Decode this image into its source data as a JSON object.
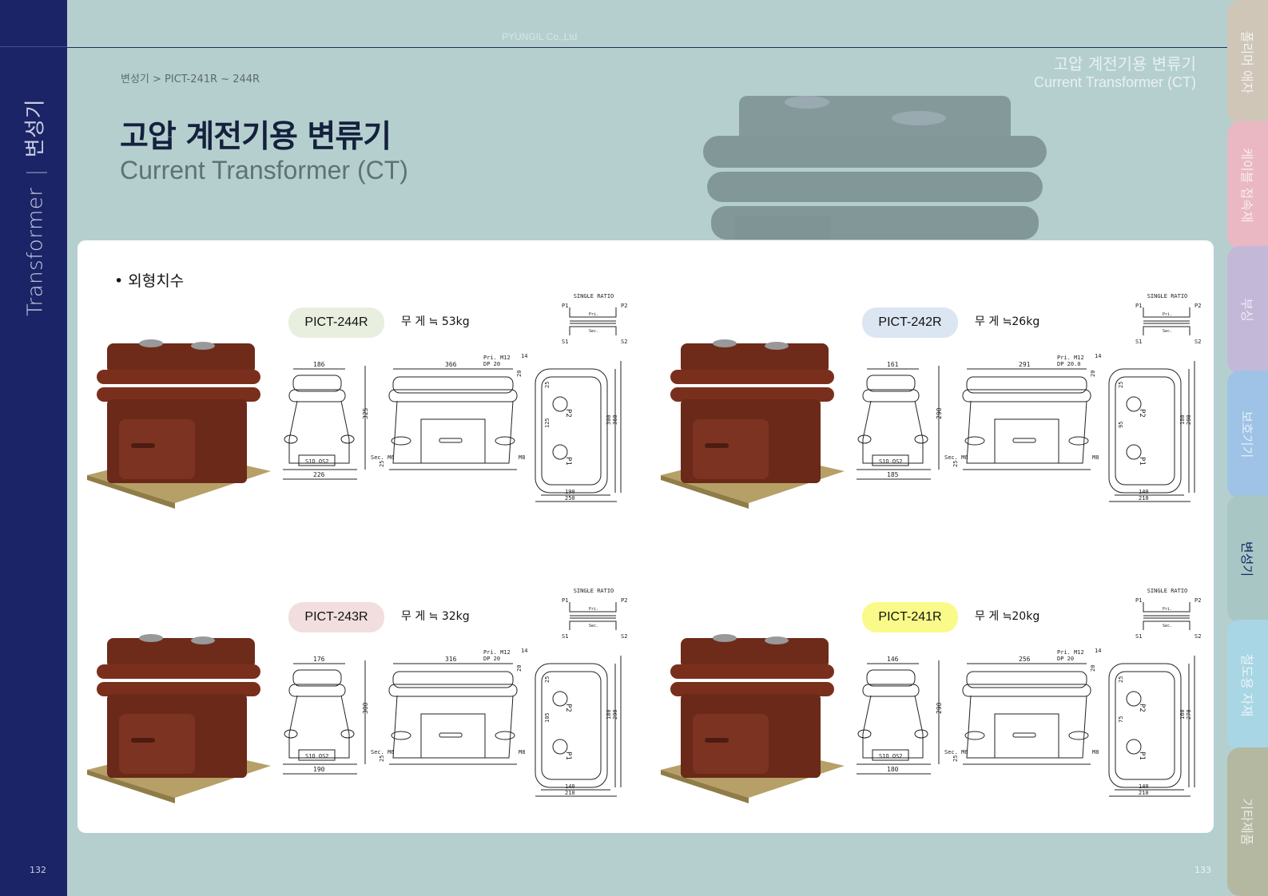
{
  "header": {
    "brand": "PYUNGIL Co.,Ltd",
    "section_ko": "고압 계전기용 변류기",
    "section_en": "Current Transformer (CT)"
  },
  "spine": {
    "title_en": "Transformer",
    "separator": "|",
    "title_ko": "변성기",
    "page_number": "132"
  },
  "breadcrumb": "변성기 > PICT-241R ~ 244R",
  "title": {
    "ko": "고압 계전기용 변류기",
    "en": "Current Transformer (CT)"
  },
  "section": {
    "label": "• 외형치수"
  },
  "ratio_diagram": {
    "title": "SINGLE RATIO",
    "p1": "P1",
    "p2": "P2",
    "s1": "S1",
    "s2": "S2",
    "pri": "Pri.",
    "sec": "Sec."
  },
  "drawing_labels": {
    "pri_bolt": "Pri. M12",
    "sec_bolt": "Sec. M6",
    "m8": "M8",
    "p1": "P1",
    "p2": "P2",
    "s_terminals": "S1O OS2"
  },
  "products": [
    {
      "model": "PICT-244R",
      "weight": "무 게 ≒ 53kg",
      "badge_color": "#e9efdf",
      "dims": {
        "front_w": "186",
        "base_w": "226",
        "height": "325",
        "side_w": "366",
        "dp": "DP 20",
        "top_off": "14",
        "gap": "20",
        "p_off": "25",
        "p_pitch": "125",
        "inner_h": "300",
        "outer_h": "360",
        "foot_inner": "190",
        "foot_outer": "250",
        "sec_off": "25"
      }
    },
    {
      "model": "PICT-242R",
      "weight": "무 게 ≒26kg",
      "badge_color": "#dbe6f2",
      "dims": {
        "front_w": "161",
        "base_w": "185",
        "height": "290",
        "side_w": "291",
        "dp": "DP 20.0",
        "top_off": "14",
        "gap": "20",
        "p_off": "25",
        "p_pitch": "95",
        "inner_h": "180",
        "outer_h": "290",
        "foot_inner": "140",
        "foot_outer": "210",
        "sec_off": "25"
      }
    },
    {
      "model": "PICT-243R",
      "weight": "무 게 ≒ 32kg",
      "badge_color": "#f2dede",
      "dims": {
        "front_w": "176",
        "base_w": "190",
        "height": "300",
        "side_w": "316",
        "dp": "DP 20",
        "top_off": "14",
        "gap": "20",
        "p_off": "25",
        "p_pitch": "105",
        "inner_h": "180",
        "outer_h": "290",
        "foot_inner": "140",
        "foot_outer": "210",
        "sec_off": "25"
      }
    },
    {
      "model": "PICT-241R",
      "weight": "무 게 ≒20kg",
      "badge_color": "#fafa8a",
      "dims": {
        "front_w": "146",
        "base_w": "180",
        "height": "290",
        "side_w": "256",
        "dp": "DP 20",
        "top_off": "14",
        "gap": "20",
        "p_off": "25",
        "p_pitch": "75",
        "inner_h": "160",
        "outer_h": "270",
        "foot_inner": "140",
        "foot_outer": "210",
        "sec_off": "25"
      }
    }
  ],
  "tabs": [
    {
      "label": "폴리머 애자",
      "color": "#cfc6b8"
    },
    {
      "label": "케이블 접속재",
      "color": "#e9b8c2"
    },
    {
      "label": "부싱",
      "color": "#c4b8d8"
    },
    {
      "label": "보호기기",
      "color": "#9ec3e6"
    },
    {
      "label": "변성기",
      "color": "#a8c7c4"
    },
    {
      "label": "철도용 자재",
      "color": "#a9d6e4"
    },
    {
      "label": "기타제품",
      "color": "#b4b8a0"
    }
  ],
  "page_right": "133"
}
